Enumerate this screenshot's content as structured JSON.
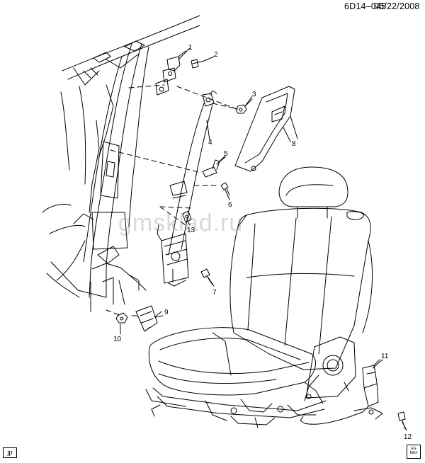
{
  "header": {
    "diagram_code": "6D14–045",
    "date": "05/22/2008"
  },
  "watermark": "gmsklad.ru",
  "callouts": [
    "1",
    "2",
    "3",
    "4",
    "5",
    "6",
    "7",
    "8",
    "9",
    "10",
    "11",
    "12",
    "13"
  ],
  "footer": {
    "locale_tag": "jp",
    "badge_line1": "EG",
    "badge_line2": "MAX"
  }
}
